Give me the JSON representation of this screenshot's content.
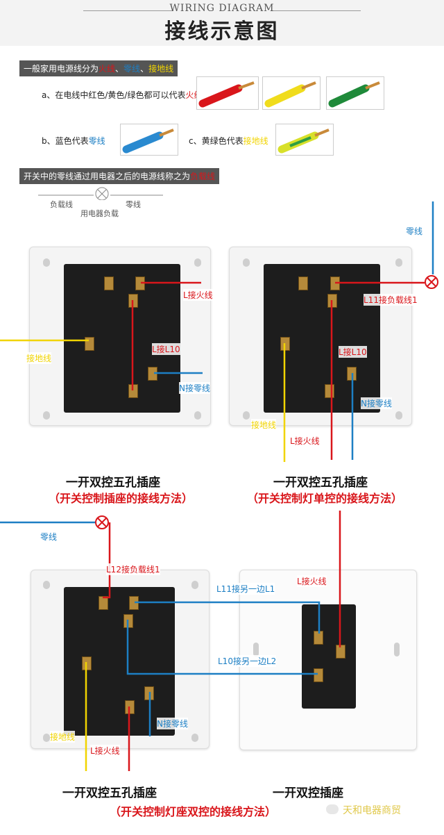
{
  "header": {
    "title_en": "WIRING DIAGRAM",
    "title_cn": "接线示意图"
  },
  "section1": {
    "banner_prefix": "一般家用电源线分为",
    "fire": "火线",
    "sep1": "、",
    "zero": "零线",
    "sep2": "、",
    "ground": "接地线",
    "item_a": "a、在电线中红色/黄色/绿色都可以代表",
    "item_a_hl": "火线",
    "item_b": "b、蓝色代表",
    "item_b_hl": "零线",
    "item_c": "c、黄绿色代表",
    "item_c_hl": "接地线"
  },
  "section2": {
    "banner_prefix": "开关中的零线通过用电器之后的电源线称之为",
    "banner_hl": "负载线",
    "load_wire": "负载线",
    "zero_wire": "零线",
    "appliance": "用电器负载"
  },
  "diagram1": {
    "ground": "接地线",
    "l_fire": "L接火线",
    "l10": "L接L10",
    "n_zero": "N接零线",
    "caption": "一开双控五孔插座",
    "subcaption": "（开关控制插座的接线方法）"
  },
  "diagram2": {
    "zero": "零线",
    "l11": "L11接负载线1",
    "l10": "L接L10",
    "n_zero": "N接零线",
    "ground": "接地线",
    "l_fire": "L接火线",
    "caption": "一开双控五孔插座",
    "subcaption": "（开关控制灯单控的接线方法）"
  },
  "diagram3": {
    "zero": "零线",
    "l12": "L12接负载线1",
    "l11": "L11接另一边L1",
    "l10": "L10接另一边L2",
    "l_fire_top": "L接火线",
    "ground": "接地线",
    "l_fire": "L接火线",
    "n_zero": "N接零线",
    "caption_left": "一开双控五孔插座",
    "caption_right": "一开双控插座",
    "subcaption": "（开关控制灯座双控的接线方法）"
  },
  "watermark": "天和电器商贸",
  "colors": {
    "fire": "#d9161b",
    "zero": "#1d7fc4",
    "ground": "#f1d400",
    "banner": "#555555"
  }
}
